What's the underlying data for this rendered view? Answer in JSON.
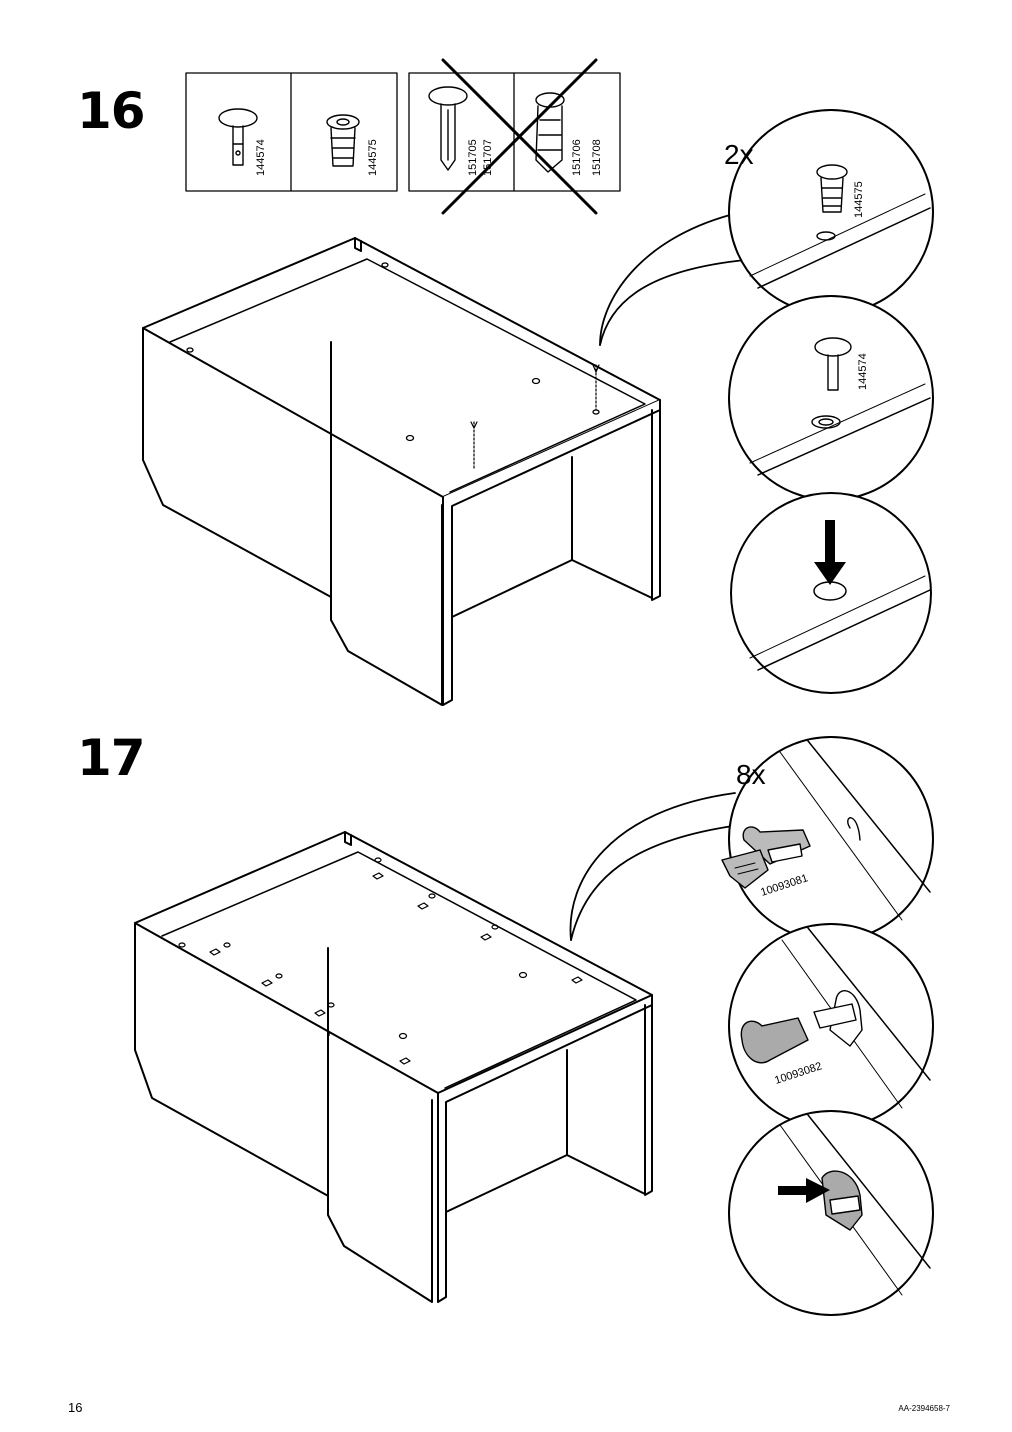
{
  "page": {
    "page_number": "16",
    "document_code": "AA-2394658-7"
  },
  "step16": {
    "number": "16",
    "parts_allowed": [
      {
        "code": "144574",
        "icon": "cam-dowel-icon"
      },
      {
        "code": "144575",
        "icon": "plastic-plug-icon"
      }
    ],
    "parts_not_allowed": [
      {
        "codes": [
          "151705",
          "151707"
        ],
        "icon": "long-dowel-icon"
      },
      {
        "codes": [
          "151706",
          "151708"
        ],
        "icon": "long-plug-icon"
      }
    ],
    "callout_quantity": "2x",
    "detail_codes": {
      "plug": "144575",
      "dowel": "144574"
    }
  },
  "step17": {
    "number": "17",
    "callout_quantity": "8x",
    "detail_codes": {
      "clip": "10093081",
      "clip_alt": "10093082"
    }
  }
}
